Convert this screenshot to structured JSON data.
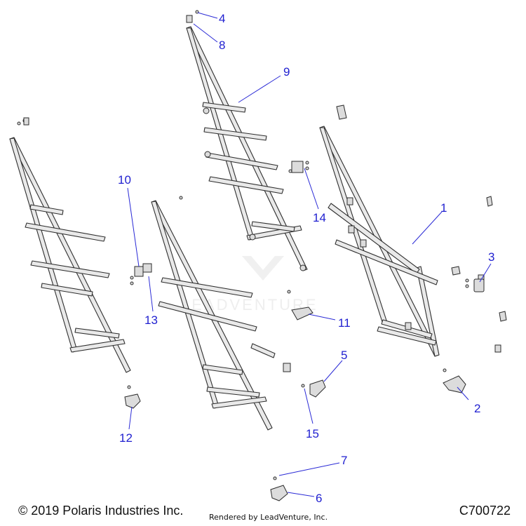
{
  "callouts": [
    "1",
    "2",
    "3",
    "4",
    "5",
    "6",
    "7",
    "8",
    "9",
    "10",
    "11",
    "12",
    "13",
    "14",
    "15"
  ],
  "watermark": "LEADVENTURE",
  "footer": {
    "copyright": "© 2019 Polaris Industries Inc.",
    "rendered_by": "Rendered by LeadVenture, Inc.",
    "drawing_id": "C700722"
  }
}
